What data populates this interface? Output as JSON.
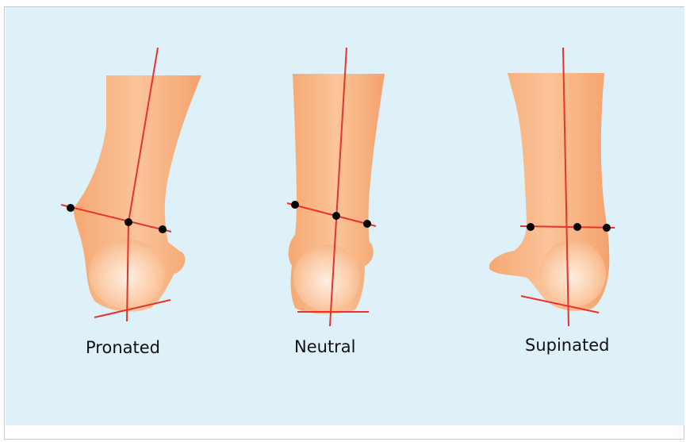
{
  "figure": {
    "colors": {
      "background": "#dff1f8",
      "skin_light": "#fde6d2",
      "skin_mid": "#f8b886",
      "skin_dark": "#f2a06a",
      "axis_line": "#e8322b",
      "marker": "#000000"
    },
    "feet": [
      {
        "id": "pronated",
        "label": "Pronated"
      },
      {
        "id": "neutral",
        "label": "Neutral"
      },
      {
        "id": "supinated",
        "label": "Supinated"
      }
    ]
  }
}
